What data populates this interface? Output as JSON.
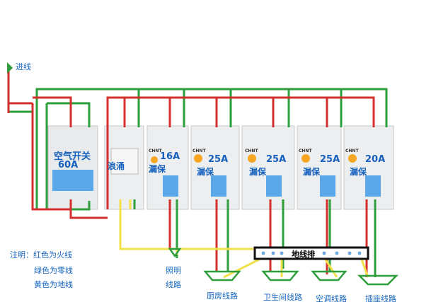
{
  "incoming_label": "进线",
  "main_breaker": {
    "name": "空气开关",
    "rating": "60A"
  },
  "surge_protector": {
    "name": "浪涌"
  },
  "rcd_breakers": [
    {
      "rating": "16A",
      "name": "漏保",
      "brand": "CHNT"
    },
    {
      "rating": "25A",
      "name": "漏保",
      "brand": "CHNT"
    },
    {
      "rating": "25A",
      "name": "漏保",
      "brand": "CHNT"
    },
    {
      "rating": "25A",
      "name": "漏保",
      "brand": "CHNT"
    },
    {
      "rating": "20A",
      "name": "漏保",
      "brand": "CHNT"
    }
  ],
  "ground_bar_label": "地线排",
  "circuits": [
    "照明",
    "线路",
    "厨房线路",
    "卫生间线路",
    "空调线路",
    "插座线路"
  ],
  "legend": {
    "title": "注明：红色为火线",
    "green": "绿色为零线",
    "yellow": "黄色为地线"
  },
  "colors": {
    "live": "#d32f2f",
    "neutral": "#2e9e3c",
    "ground": "#f2e14a",
    "text": "#1565c0"
  }
}
